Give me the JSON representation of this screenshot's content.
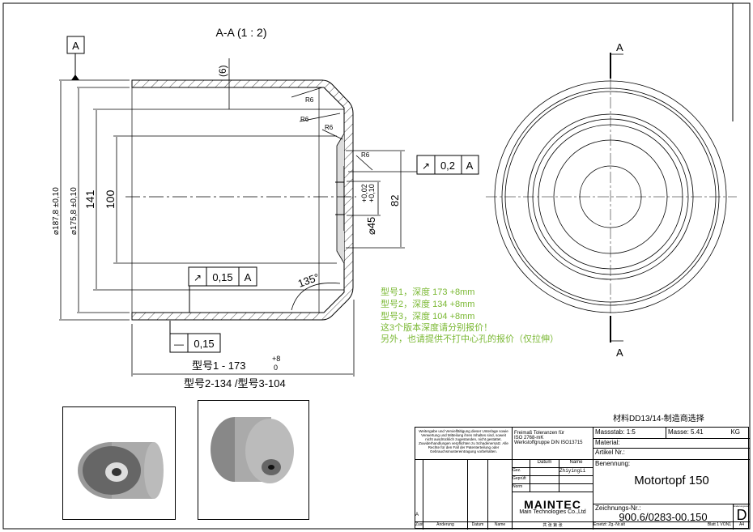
{
  "view_title": "A-A (1 : 2)",
  "datum_label": "A",
  "section_marker": "A",
  "dimensions": {
    "outer_diameter": "187,8 ±0,10",
    "inner_diameter": "175,8 ±0,10",
    "d141": "141",
    "d100": "100",
    "thickness": "(6)",
    "r6": "R6",
    "hole_diameter": "45",
    "hole_tol_upper": "+0,02",
    "hole_tol_lower": "+0,10",
    "d82": "82",
    "angle": "135°",
    "length_line1": "型号1 - 173",
    "length_tol_upper": "+8",
    "length_tol_lower": "0",
    "length_line2": "型号2-134 /型号3-104",
    "diameter_symbol": "⌀"
  },
  "tolerances": {
    "runout_top": {
      "symbol": "↗",
      "value": "0,2",
      "datum": "A"
    },
    "runout_mid": {
      "symbol": "↗",
      "value": "0,15",
      "datum": "A"
    },
    "straightness": {
      "symbol": "—",
      "value": "0,15"
    }
  },
  "notes": [
    "型号1，深度 173 +8mm",
    "型号2，深度 134 +8mm",
    "型号3，深度 104 +8mm",
    "这3个版本深度请分别报价！",
    "另外，也请提供不打中心孔的报价（仅拉伸）"
  ],
  "material_note": "材料DD13/14-制造商选择",
  "title_block": {
    "copyright": "Weitergabe und Vervielfältigung dieser Unterlage sowie Verwertung und Mitteilung ihres Inhaltes sind, soweit nicht ausdrücklich zugestanden, nicht gestattet. Zuwiderhandlungen verpflichten zu Schadenersatz. Alle Rechte für den Fall der Patenterteilung oder Gebrauchsmustereintragung vorbehalten.",
    "tolerance_line1": "Freimaß Toleranzen für",
    "tolerance_line2": "ISO 2768-mK",
    "tolerance_line3": "Werkstoffgruppe DIN ISO13715",
    "massstab_label": "Massstab:",
    "massstab": "1:5",
    "masse_label": "Masse:",
    "masse": "5.41",
    "masse_unit": "KG",
    "material_label": "Material:",
    "artikel_label": "Artikel Nr.:",
    "benennung_label": "Benennung:",
    "benennung": "Motortopf 150",
    "datum_header": "Datum",
    "name_header": "Name",
    "gez": "Gez.",
    "gez_name": "ZhiyingLi",
    "geprueft": "Geprüft",
    "norm": "Norm",
    "logo": "MAINTEC",
    "company": "Main Technologies Co.,Ltd",
    "zeichnungs_label": "Zeichnungs-Nr.:",
    "zeichnungs_nr": "900.6/0283-00.150",
    "aenderungsstand_label": "Änderungsstand",
    "aenderungsstand": "D",
    "rev_a": "A",
    "zust": "Zust.",
    "aenderung": "Änderung",
    "datum": "Datum",
    "name": "Name",
    "chinese_footer": "共 张 第 张",
    "ersetzt": "Ersetzt: Zg.-Nr.alt",
    "blatt": "Blatt 1 VON1",
    "format": "A4"
  }
}
